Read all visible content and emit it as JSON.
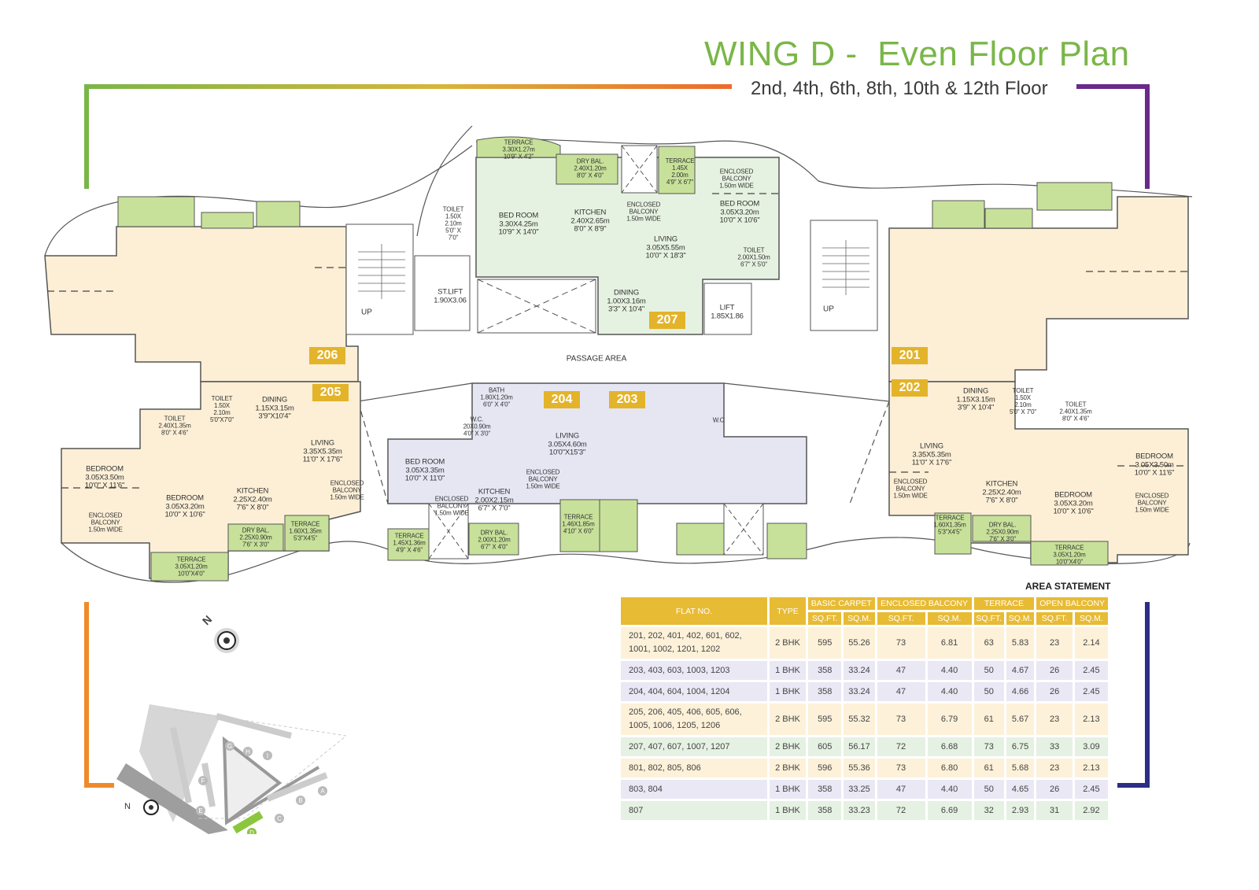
{
  "header": {
    "title": "WING D -  Even Floor Plan",
    "subtitle": "2nd, 4th, 6th, 8th, 10th & 12th Floor"
  },
  "colors": {
    "title_green": "#7ab648",
    "badge_yellow": "#e3b32a",
    "unit_cream": "#fcefd6",
    "unit_green": "#e6f2e1",
    "unit_lavender": "#e6e6f3",
    "balcony_green": "#c8e19a",
    "table_header": "#e8bb35"
  },
  "plan": {
    "units": [
      "206",
      "205",
      "207",
      "204",
      "203",
      "201",
      "202"
    ],
    "passage": "PASSAGE AREA",
    "stair_up": "UP",
    "rooms": [
      "TOILET\n1.50X\n2.10m\n5'0\"X7'0\"",
      "TOILET\n2.40X1.35m\n8'0\" X 4'6\"",
      "DINING\n1.15X3.15m\n3'9\"X10'4\"",
      "LIVING\n3.35X5.35m\n11'0\" X 17'6\"",
      "BEDROOM\n3.05X3.50m\n10'0\" X 11'6\"",
      "BEDROOM\n3.05X3.20m\n10'0\" X 10'6\"",
      "KITCHEN\n2.25X2.40m\n7'6\" X 8'0\"",
      "ENCLOSED\nBALCONY\n1.50m WIDE",
      "ENCLOSED\nBALCONY\n1.50m WIDE",
      "DRY BAL.\n2.25X0.90m\n7'6\" X 3'0\"",
      "TERRACE\n1.60X1.35m\n5'3\"X4'5\"",
      "TERRACE\n3.05X1.20m\n10'0\"X4'0\"",
      "TERRACE\n3.30X1.27m\n10'9\" X 4'2\"",
      "DRY BAL.\n2.40X1.20m\n8'0\" X 4'0\"",
      "TERRACE\n1.45X\n2.00m\n4'9\" X 6'7\"",
      "ENCLOSED\nBALCONY\n1.50m WIDE",
      "TOILET\n1.50X\n2.10m\n5'0\" X\n7'0\"",
      "BED ROOM\n3.30X4.25m\n10'9\" X 14'0\"",
      "KITCHEN\n2.40X2.65m\n8'0\" X 8'9\"",
      "ENCLOSED\nBALCONY\n1.50m WIDE",
      "BED ROOM\n3.05X3.20m\n10'0\" X 10'6\"",
      "LIVING\n3.05X5.55m\n10'0\" X 18'3\"",
      "TOILET\n2.00X1.50m\n6'7\" X 5'0\"",
      "ST.LIFT\n1.90X3.06",
      "DINING\n1.00X3.16m\n3'3\" X 10'4\"",
      "LIFT\n1.85X1.86",
      "BATH\n1.80X1.20m\n6'0\" X 4'0\"",
      "W.C.\n20X0.90m\n4'0\" X 3'0\"",
      "LIVING\n3.05X4.60m\n10'0\"X15'3\"",
      "BED ROOM\n3.05X3.35m\n10'0\" X 11'0\"",
      "ENCLOSED\nBALCONY\n1.50m WIDE",
      "KITCHEN\n2.00X2.15m\n6'7\" X 7'0\"",
      "ENCLOSED\nBALCONY\n1.50m WIDE",
      "TERRACE\n1.45X1.36m\n4'9\" X 4'6\"",
      "DRY BAL.\n2.00X1.20m\n6'7\" X 4'0\"",
      "TERRACE\n1.46X1.85m\n4'10\" X 6'0\"",
      "W.C",
      "DINING\n1.15X3.15m\n3'9\" X 10'4\"",
      "TOILET\n1.50X\n2.10m\n5'0\" X 7'0\"",
      "TOILET\n2.40X1.35m\n8'0\" X 4'6\"",
      "LIVING\n3.35X5.35m\n11'0\" X 17'6\"",
      "KITCHEN\n2.25X2.40m\n7'6\" X 8'0\"",
      "BEDROOM\n3.05X3.20m\n10'0\" X 10'6\"",
      "BEDROOM\n3.05X3.50m\n10'0\" X 11'6\"",
      "ENCLOSED\nBALCONY\n1.50m WIDE",
      "ENCLOSED\nBALCONY\n1.50m WIDE",
      "TERRACE\n1.60X1.35m\n5'3\"X4'5\"",
      "DRY BAL.\n2.25X0.90m\n7'6\" X 3'0\"",
      "TERRACE\n3.05X1.20m\n10'0\"X4'0\""
    ]
  },
  "compass": {
    "label": "N",
    "icon": "north-arrow-icon"
  },
  "keyplan": {
    "north": "N",
    "blocks": [
      "A",
      "B",
      "C",
      "D",
      "E",
      "F",
      "G",
      "H",
      "I"
    ],
    "highlighted": "D"
  },
  "area_statement": {
    "title": "AREA STATEMENT",
    "headers": {
      "flat_no": "FLAT NO.",
      "type": "TYPE",
      "basic_carpet": "BASIC CARPET",
      "enclosed_balcony": "ENCLOSED BALCONY",
      "terrace": "TERRACE",
      "open_balcony": "OPEN BALCONY",
      "sqft": "SQ.FT.",
      "sqm": "SQ.M."
    },
    "rows": [
      {
        "flats": "201, 202, 401, 402, 601, 602, 1001, 1002, 1201, 1202",
        "type": "2 BHK",
        "cells": [
          "595",
          "55.26",
          "73",
          "6.81",
          "63",
          "5.83",
          "23",
          "2.14"
        ]
      },
      {
        "flats": "203, 403, 603, 1003, 1203",
        "type": "1 BHK",
        "cells": [
          "358",
          "33.24",
          "47",
          "4.40",
          "50",
          "4.67",
          "26",
          "2.45"
        ]
      },
      {
        "flats": "204, 404, 604, 1004, 1204",
        "type": "1 BHK",
        "cells": [
          "358",
          "33.24",
          "47",
          "4.40",
          "50",
          "4.66",
          "26",
          "2.45"
        ]
      },
      {
        "flats": "205, 206, 405, 406, 605, 606, 1005, 1006, 1205, 1206",
        "type": "2 BHK",
        "cells": [
          "595",
          "55.32",
          "73",
          "6.79",
          "61",
          "5.67",
          "23",
          "2.13"
        ]
      },
      {
        "flats": "207, 407, 607, 1007, 1207",
        "type": "2 BHK",
        "cells": [
          "605",
          "56.17",
          "72",
          "6.68",
          "73",
          "6.75",
          "33",
          "3.09"
        ]
      },
      {
        "flats": "801, 802, 805, 806",
        "type": "2 BHK",
        "cells": [
          "596",
          "55.36",
          "73",
          "6.80",
          "61",
          "5.68",
          "23",
          "2.13"
        ]
      },
      {
        "flats": "803, 804",
        "type": "1 BHK",
        "cells": [
          "358",
          "33.25",
          "47",
          "4.40",
          "50",
          "4.65",
          "26",
          "2.45"
        ]
      },
      {
        "flats": "807",
        "type": "1 BHK",
        "cells": [
          "358",
          "33.23",
          "72",
          "6.69",
          "32",
          "2.93",
          "31",
          "2.92"
        ]
      }
    ]
  }
}
